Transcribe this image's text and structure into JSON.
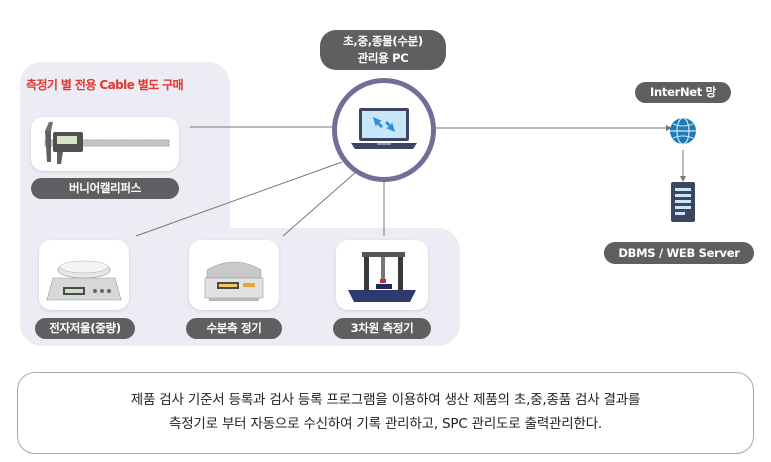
{
  "pc": {
    "line1": "초,중,종물(수분)",
    "line2": "관리용 PC"
  },
  "section_title": "측정기 별 전용 Cable 별도 구매",
  "devices": [
    {
      "label": "버니어캘리퍼스",
      "icon": "vernier-caliper-icon"
    },
    {
      "label": "전자저울(중량)",
      "icon": "electronic-scale-icon"
    },
    {
      "label": "수분측 정기",
      "icon": "moisture-analyzer-icon"
    },
    {
      "label": "3차원 측정기",
      "icon": "cmm-machine-icon"
    }
  ],
  "internet": {
    "label": "InterNet 망",
    "icon": "globe-icon"
  },
  "server": {
    "label": "DBMS / WEB Server",
    "icon": "server-icon"
  },
  "description": {
    "line1": "제품 검사 기준서 등록과 검사 등록 프로그램을 이용하여 생산 제품의 초,중,종품 검사 결과를",
    "line2": "측정기로 부터 자동으로 수신하여 기록 관리하고, SPC 관리도로 출력관리한다."
  },
  "colors": {
    "panel": "#ececf4",
    "pill": "#5f5f61",
    "accent_red": "#e0362b",
    "pc_ring": "#6f6f9a",
    "globe": "#1f7ab8"
  }
}
